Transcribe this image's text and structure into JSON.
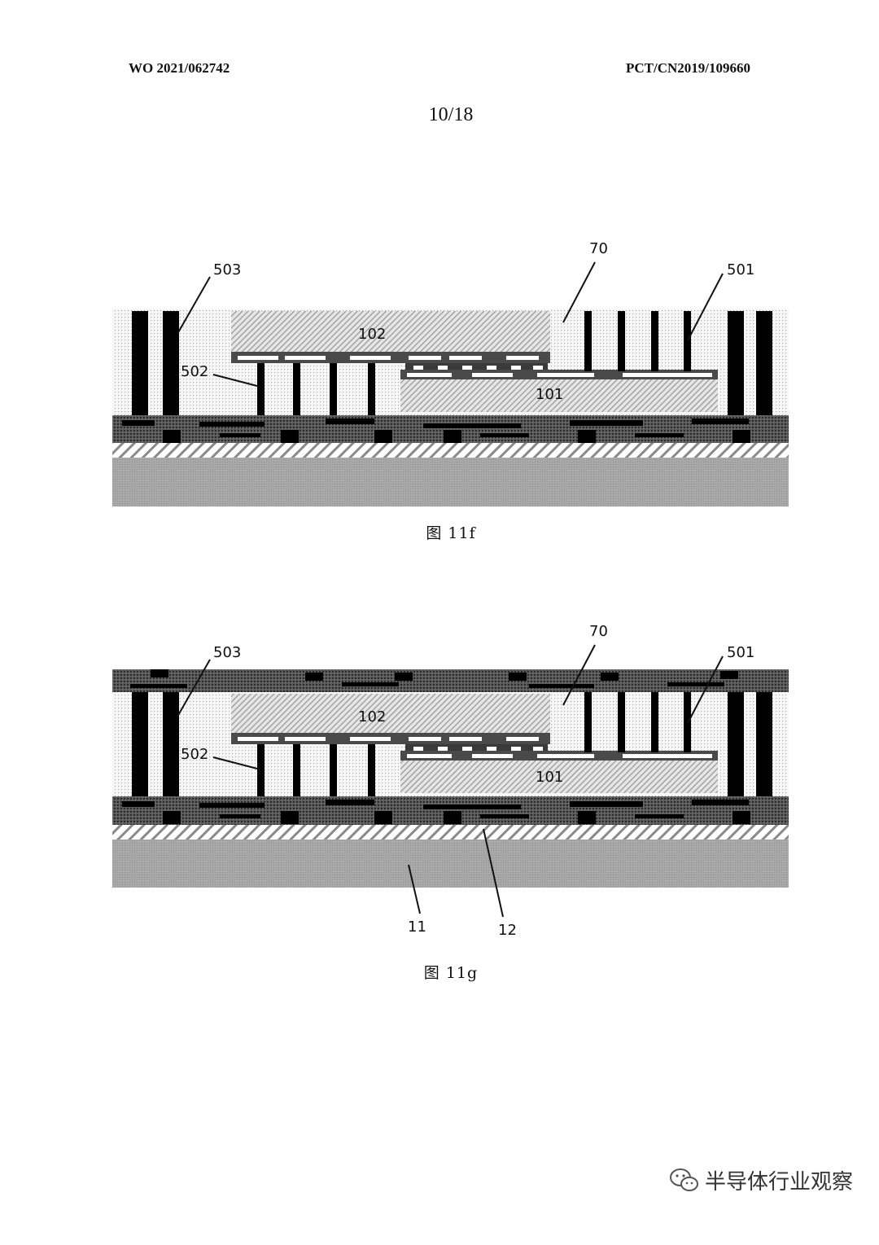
{
  "header": {
    "publication_number": "WO 2021/062742",
    "application_number": "PCT/CN2019/109660",
    "sheet": "10/18"
  },
  "figures": [
    {
      "caption": "图 11f",
      "labels": {
        "l70": "70",
        "l503": "503",
        "l501": "501",
        "l502": "502",
        "l102": "102",
        "l101": "101"
      }
    },
    {
      "caption": "图 11g",
      "labels": {
        "l70": "70",
        "l503": "503",
        "l501": "501",
        "l502": "502",
        "l102": "102",
        "l101": "101",
        "l11": "11",
        "l12": "12"
      }
    }
  ],
  "watermark": {
    "text": "半导体行业观察",
    "icon": "wechat-icon"
  }
}
